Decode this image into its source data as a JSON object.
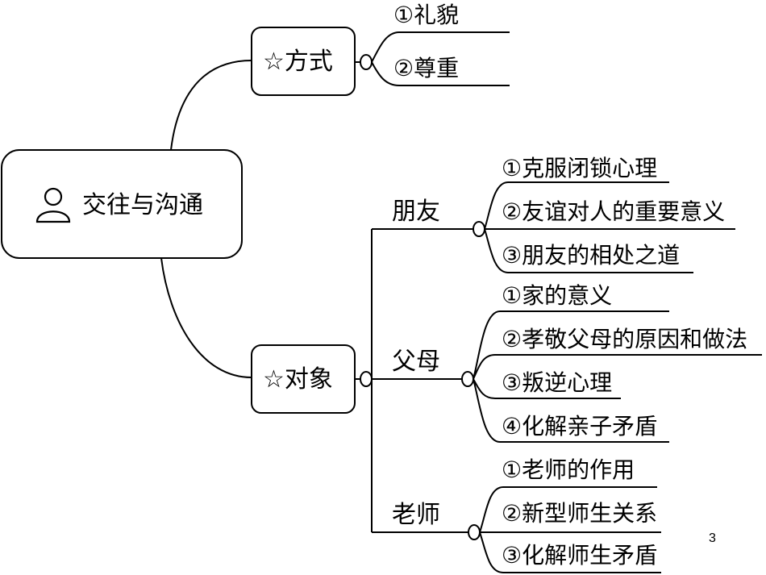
{
  "root": {
    "label": "交往与沟通",
    "icon": "person-icon"
  },
  "branches": {
    "method": {
      "label": "☆方式",
      "items": [
        "①礼貌",
        "②尊重"
      ]
    },
    "targets": {
      "label": "☆对象",
      "groups": [
        {
          "label": "朋友",
          "items": [
            "①克服闭锁心理",
            "②友谊对人的重要意义",
            "③朋友的相处之道"
          ]
        },
        {
          "label": "父母",
          "items": [
            "①家的意义",
            "②孝敬父母的原因和做法",
            "③叛逆心理",
            "④化解亲子矛盾"
          ]
        },
        {
          "label": "老师",
          "items": [
            "①老师的作用",
            "②新型师生关系",
            "③化解师生矛盾"
          ]
        }
      ]
    }
  },
  "page_number": "3"
}
